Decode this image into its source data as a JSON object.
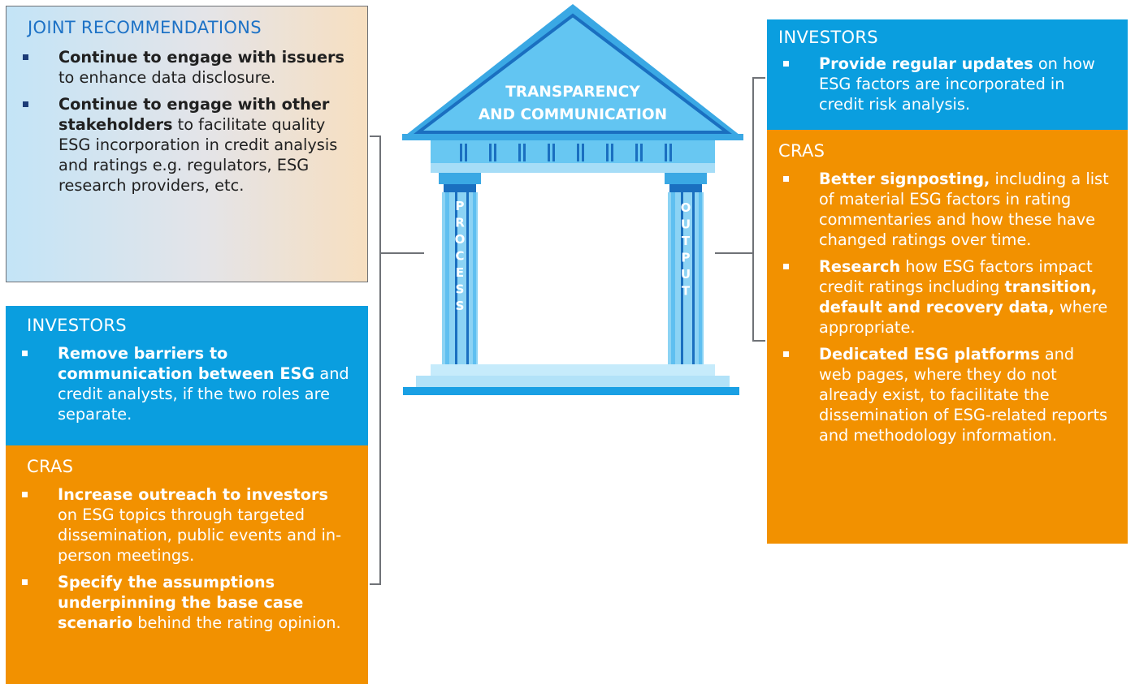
{
  "joint": {
    "title": "JOINT RECOMMENDATIONS",
    "items": [
      {
        "bold": "Continue to engage with issuers",
        "rest": " to enhance data disclosure."
      },
      {
        "bold": "Continue to engage with other stakeholders",
        "rest": " to facilitate quality ESG incorporation in credit analysis and ratings e.g. regulators, ESG research providers, etc."
      }
    ]
  },
  "left_investors": {
    "title": "INVESTORS",
    "items": [
      {
        "bold": "Remove barriers to communication between ESG",
        "rest": " and credit analysts, if the two roles are separate."
      }
    ]
  },
  "left_cras": {
    "title": "CRAS",
    "items": [
      {
        "bold": "Increase outreach to investors",
        "rest": " on ESG topics through targeted dissemination, public events and in-person meetings."
      },
      {
        "bold": "Specify the assumptions underpinning the base case scenario",
        "rest": " behind the rating opinion."
      }
    ]
  },
  "temple": {
    "roof_text": "TRANSPARENCY AND COMMUNICATION",
    "left_pillar": "PROCESS",
    "right_pillar": "OUTPUT",
    "colors": {
      "roof": "#62c5f2",
      "roof_dark": "#1a6fc0",
      "pillar": "#8cd3f4",
      "base": "#b9e5f9"
    }
  },
  "right_investors": {
    "title": "INVESTORS",
    "items": [
      {
        "bold": "Provide regular updates",
        "rest": " on how ESG factors are incorporated in credit risk analysis."
      }
    ]
  },
  "right_cras": {
    "title": "CRAS",
    "items": [
      {
        "bold": "Better signposting,",
        "rest": " including a list of material ESG factors in rating commentaries and how these have changed ratings over time."
      },
      {
        "bold": "Research",
        "rest": " how ESG factors impact credit ratings including ",
        "bold2": "transition, default and recovery data,",
        "rest2": " where appropriate."
      },
      {
        "bold": "Dedicated ESG platforms",
        "rest": " and web pages, where they do not already exist, to facilitate the dissemination of ESG-related reports and methodology information."
      }
    ]
  }
}
